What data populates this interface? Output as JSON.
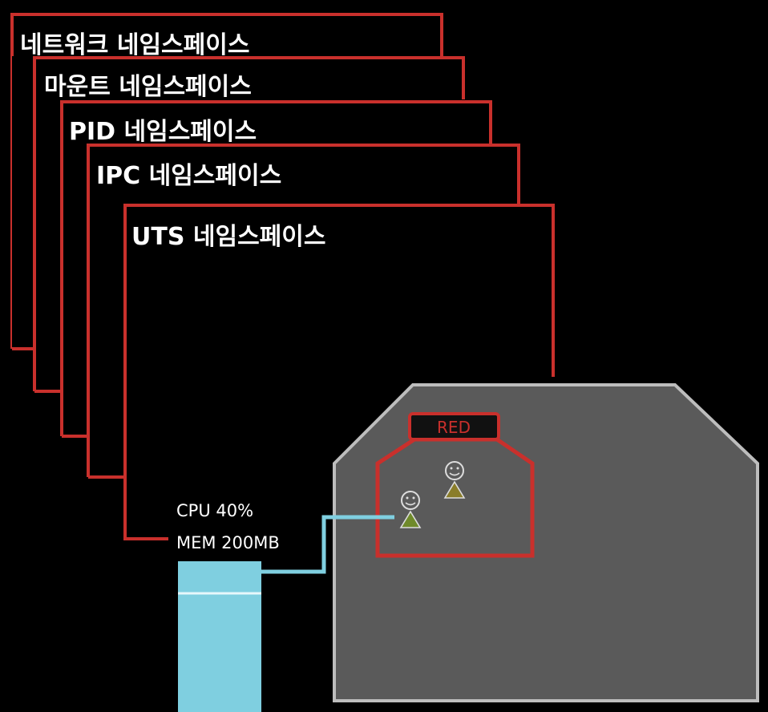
{
  "namespaces": [
    {
      "label": "네트워크 네임스페이스"
    },
    {
      "label": "마운트 네임스페이스"
    },
    {
      "label": "PID 네임스페이스"
    },
    {
      "label": "IPC 네임스페이스"
    },
    {
      "label": "UTS 네임스페이스"
    }
  ],
  "stats": {
    "cpu": "CPU 40%",
    "mem": "MEM 200MB"
  },
  "group": {
    "label": "RED"
  },
  "colors": {
    "background": "#000000",
    "namespace_border": "#c9302c",
    "host_fill": "#5a5a5a",
    "host_border": "#bdbdbd",
    "link": "#7fcfe0",
    "resource_fill": "#7fcfe0",
    "person_face": "#dddddd",
    "person_body": "#8a7d2a"
  }
}
